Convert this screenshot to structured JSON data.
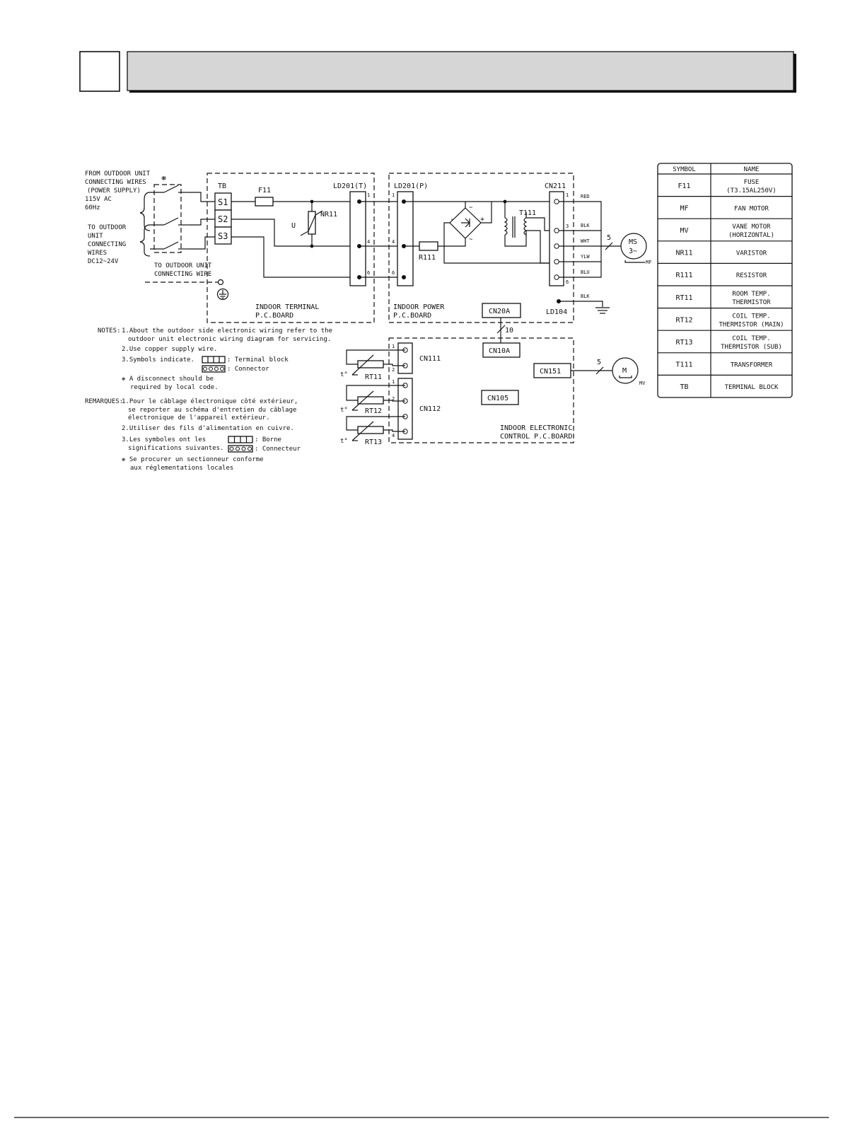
{
  "legend": {
    "header_symbol": "SYMBOL",
    "header_name": "NAME",
    "rows": [
      {
        "symbol": "F11",
        "name": [
          "FUSE",
          "(T3.15AL250V)"
        ]
      },
      {
        "symbol": "MF",
        "name": [
          "FAN MOTOR"
        ]
      },
      {
        "symbol": "MV",
        "name": [
          "VANE MOTOR",
          "(HORIZONTAL)"
        ]
      },
      {
        "symbol": "NR11",
        "name": [
          "VARISTOR"
        ]
      },
      {
        "symbol": "R111",
        "name": [
          "RESISTOR"
        ]
      },
      {
        "symbol": "RT11",
        "name": [
          "ROOM TEMP.",
          "THERMISTOR"
        ]
      },
      {
        "symbol": "RT12",
        "name": [
          "COIL TEMP.",
          "THERMISTOR (MAIN)"
        ]
      },
      {
        "symbol": "RT13",
        "name": [
          "COIL TEMP.",
          "THERMISTOR (SUB)"
        ]
      },
      {
        "symbol": "T111",
        "name": [
          "TRANSFORMER"
        ]
      },
      {
        "symbol": "TB",
        "name": [
          "TERMINAL BLOCK"
        ]
      }
    ]
  },
  "left_labels": {
    "from_outdoor": [
      "FROM OUTDOOR UNIT",
      "CONNECTING WIRES",
      "(POWER SUPPLY)",
      "115V AC",
      "60Hz"
    ],
    "to_outdoor": [
      "TO OUTDOOR",
      "UNIT",
      "CONNECTING",
      "WIRES",
      "DC12~24V"
    ],
    "to_outdoor_wire": [
      "TO OUTDOOR UNIT",
      "CONNECTING WIRE"
    ],
    "disconnect_mark": "❋"
  },
  "terminal_board": {
    "tb_label": "TB",
    "terminals": [
      "S1",
      "S2",
      "S3"
    ],
    "fuse": "F11",
    "varistor": "NR11",
    "varistor_u": "U",
    "connector": "LD201(T)",
    "pins": [
      "1",
      "4",
      "6"
    ],
    "board_label": [
      "INDOOR TERMINAL",
      "P.C.BOARD"
    ]
  },
  "power_board": {
    "connector": "LD201(P)",
    "pins": [
      "1",
      "4",
      "6"
    ],
    "resistor": "R111",
    "transformer": "T111",
    "bridge_minus": "-",
    "bridge_plus": "+",
    "ac_mark": "~",
    "cn211": "CN211",
    "cn211_pins": [
      "1",
      "3",
      "6"
    ],
    "wire_colors": [
      "RED",
      "BLK",
      "WHT",
      "YLW",
      "BLU"
    ],
    "ground_wire": "BLK",
    "ld104": "LD104",
    "board_label": [
      "INDOOR POWER",
      "P.C.BOARD"
    ],
    "cn20a": "CN20A",
    "link_count": "10",
    "fan_wire_count": "5",
    "fan_motor": [
      "MS",
      "3~"
    ],
    "fan_motor_tag": "MF"
  },
  "control_board": {
    "cn10a": "CN10A",
    "cn111": "CN111",
    "cn111_pins": [
      "1",
      "2"
    ],
    "cn112": "CN112",
    "cn112_pins": [
      "1",
      "2",
      "4"
    ],
    "cn105": "CN105",
    "cn151": "CN151",
    "vane_wire_count": "5",
    "vane_motor": "M",
    "vane_motor_tag": "MV",
    "thermistors": [
      "RT11",
      "RT12",
      "RT13"
    ],
    "temp_mark": "t°",
    "board_label": [
      "INDOOR ELECTRONIC",
      "CONTROL P.C.BOARD"
    ]
  },
  "notes": {
    "label": "NOTES:",
    "items": [
      [
        "1.About the outdoor side electronic wiring refer to the",
        "outdoor unit electronic wiring diagram for servicing."
      ],
      [
        "2.Use copper supply wire."
      ],
      [
        "3.Symbols indicate."
      ],
      [
        "❋ A disconnect should be",
        "required by local code."
      ]
    ],
    "terminal_block_text": ": Terminal block",
    "connector_text": ": Connector"
  },
  "remarques": {
    "label": "REMARQUES:",
    "items": [
      [
        "1.Pour le câblage électronique côté extérieur,",
        "se reporter au schéma d'entretien du câblage",
        "électronique de l'appareil extérieur."
      ],
      [
        "2.Utiliser des fils d'alimentation en cuivre."
      ],
      [
        "3.Les symboles ont les",
        "significations suivantes."
      ],
      [
        "❋ Se procurer un sectionneur conforme",
        "aux réglementations locales"
      ]
    ],
    "terminal_block_text": ": Borne",
    "connector_text": ": Connecteur"
  }
}
